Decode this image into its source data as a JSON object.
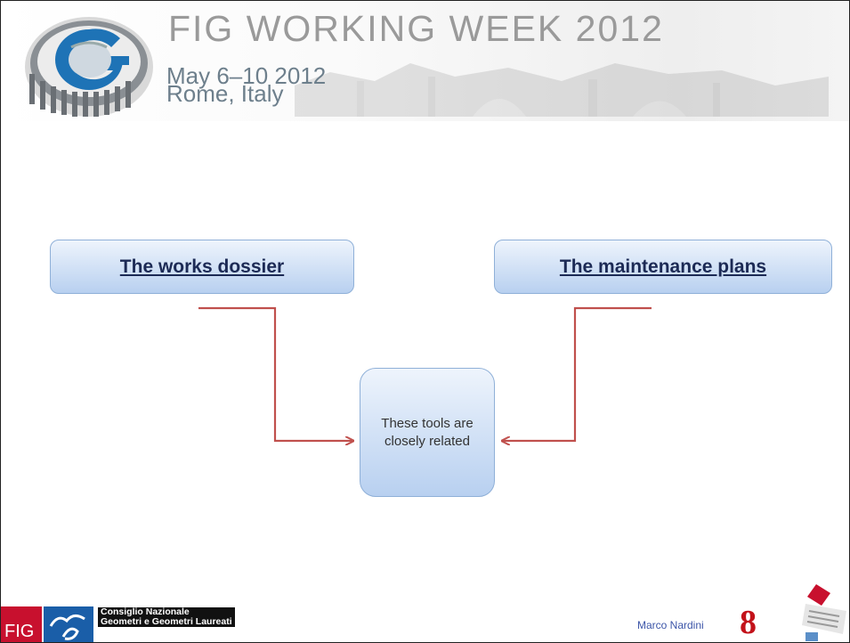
{
  "header": {
    "title": "FIG WORKING WEEK 2012",
    "dates": "May 6–10 2012",
    "place": "Rome, Italy"
  },
  "diagram": {
    "left_box": "The works dossier",
    "right_box": "The maintenance plans",
    "center_box": "These tools are closely related"
  },
  "footer": {
    "fig_label": "FIG",
    "cng_line1": "Consiglio Nazionale",
    "cng_line2": "Geometri e Geometri Laureati",
    "author": "Marco Nardini",
    "page_number": "8"
  },
  "colors": {
    "arrow": "#c0504d",
    "box_border": "#8fb0d8",
    "title_grey": "#9a9a9a",
    "page_number": "#c3121a"
  },
  "icons": [
    "colosseum-g-logo",
    "fig-logo",
    "roma-ribbon-logo"
  ]
}
